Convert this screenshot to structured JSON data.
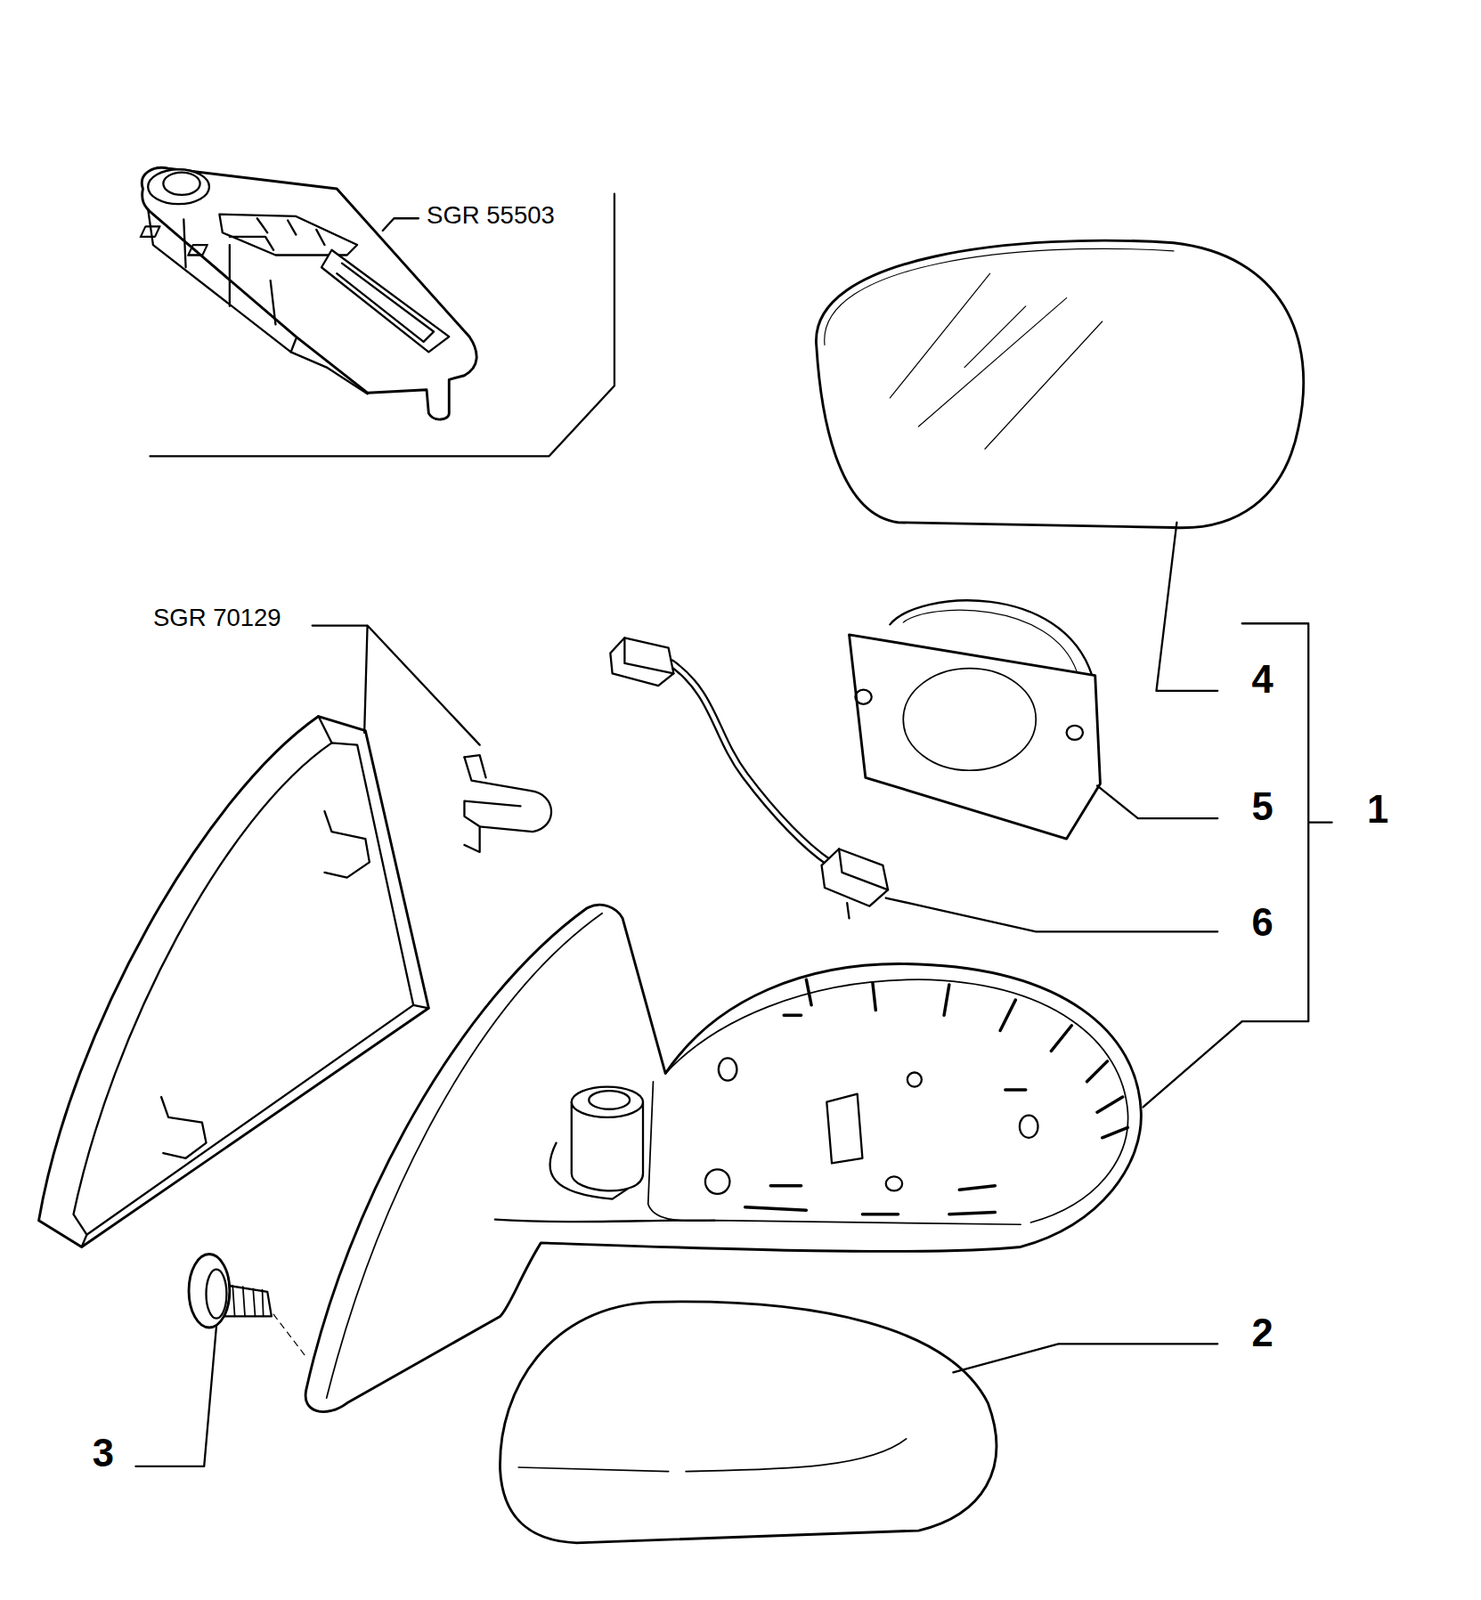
{
  "diagram": {
    "labels": [
      "SGR 55503",
      "SGR 70129",
      "4",
      "5",
      "1",
      "6",
      "2",
      "3"
    ]
  }
}
